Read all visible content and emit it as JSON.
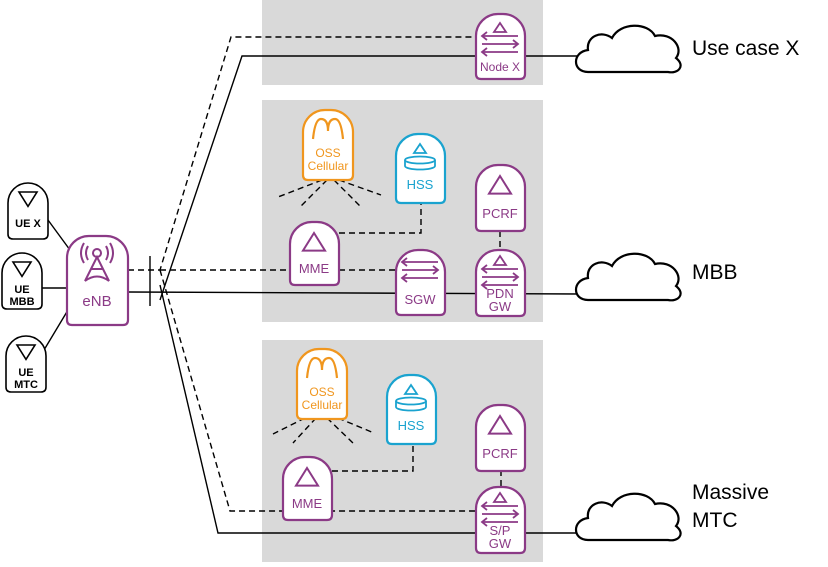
{
  "colors": {
    "purple": "#8b3a86",
    "orange": "#f0961e",
    "cyan": "#1aa3cf",
    "panel": "#d9d9d9",
    "line": "#000000"
  },
  "enb": {
    "label": "eNB",
    "icon": "antenna-tower-icon"
  },
  "ues": [
    {
      "line1": "UE X",
      "line2": ""
    },
    {
      "line1": "UE",
      "line2": "MBB"
    },
    {
      "line1": "UE",
      "line2": "MTC"
    }
  ],
  "slices": {
    "use_case_x": {
      "node": "Node X",
      "cloud_label": "Use case X"
    },
    "mbb": {
      "oss": {
        "line1": "OSS",
        "line2": "Cellular"
      },
      "hss": "HSS",
      "pcrf": "PCRF",
      "mme": "MME",
      "sgw": "SGW",
      "pdn": {
        "line1": "PDN",
        "line2": "GW"
      },
      "cloud_label": "MBB"
    },
    "mtc": {
      "oss": {
        "line1": "OSS",
        "line2": "Cellular"
      },
      "hss": "HSS",
      "pcrf": "PCRF",
      "mme": "MME",
      "spgw": {
        "line1": "S/P",
        "line2": "GW"
      },
      "cloud_label_line1": "Massive",
      "cloud_label_line2": "MTC"
    }
  }
}
